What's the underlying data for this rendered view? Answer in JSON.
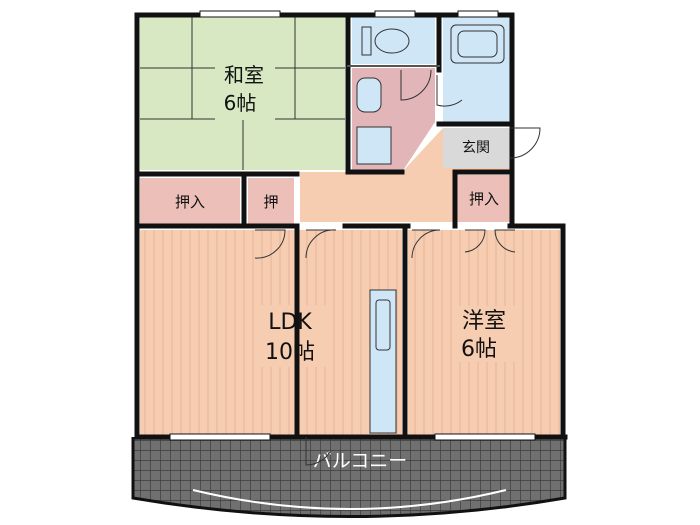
{
  "rooms": {
    "washitsu": {
      "name": "和室",
      "size": "6帖"
    },
    "ldk": {
      "name": "LDK",
      "size": "10帖"
    },
    "youshitsu": {
      "name": "洋室",
      "size": "6帖"
    },
    "genkan": {
      "name": "玄関"
    },
    "oshiire_left": {
      "name": "押入"
    },
    "oshi_small": {
      "name": "押"
    },
    "oshiire_right": {
      "name": "押入"
    },
    "balcony": {
      "name": "バルコニー"
    }
  },
  "colors": {
    "tatami": "#d7e8c2",
    "wood": "#f7cdb2",
    "closet": "#ecbfb8",
    "wet": "#e2b5b8",
    "water": "#cfe6f6",
    "genkan": "#d9d9d9",
    "balcony": "#6d6d6d"
  }
}
